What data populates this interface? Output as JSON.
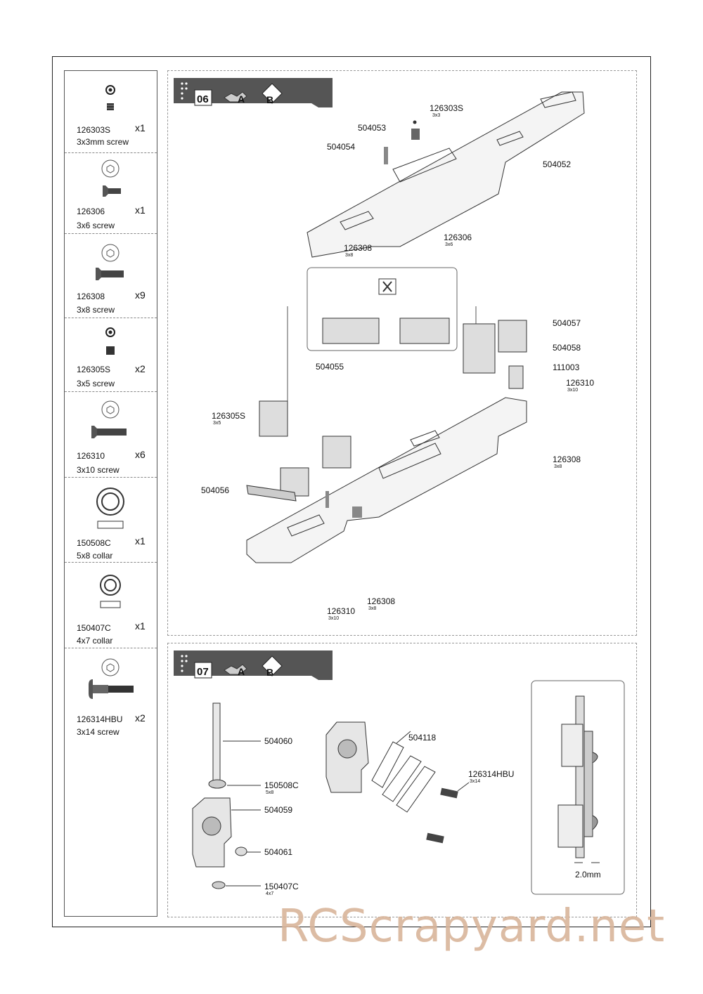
{
  "parts": [
    {
      "code": "126303S",
      "qty": "x1",
      "name": "3x3mm screw",
      "icon": "set-screw-icon"
    },
    {
      "code": "126306",
      "qty": "x1",
      "name": "3x6 screw",
      "icon": "flat-head-screw-icon"
    },
    {
      "code": "126308",
      "qty": "x9",
      "name": "3x8 screw",
      "icon": "flat-head-screw-icon"
    },
    {
      "code": "126305S",
      "qty": "x2",
      "name": "3x5 screw",
      "icon": "set-screw-icon"
    },
    {
      "code": "126310",
      "qty": "x6",
      "name": "3x10 screw",
      "icon": "flat-head-screw-icon"
    },
    {
      "code": "150508C",
      "qty": "x1",
      "name": "5x8 collar",
      "icon": "collar-icon"
    },
    {
      "code": "150407C",
      "qty": "x1",
      "name": "4x7 collar",
      "icon": "collar-icon"
    },
    {
      "code": "126314HBU",
      "qty": "x2",
      "name": "3x14 screw",
      "icon": "button-head-screw-icon"
    }
  ],
  "step06": {
    "number": "06",
    "bag_a": "A",
    "bag_b": "B",
    "labels": {
      "l126303S": "126303S",
      "s126303S": "3x3",
      "l504053": "504053",
      "l504054": "504054",
      "l504052": "504052",
      "l126308a": "126308",
      "s126308a": "3x8",
      "l126306": "126306",
      "s126306": "3x6",
      "l504057": "504057",
      "l504058": "504058",
      "l111003": "111003",
      "l126310a": "126310",
      "s126310a": "3x10",
      "l504055": "504055",
      "l126305S": "126305S",
      "s126305S": "3x5",
      "l504056": "504056",
      "l126308b": "126308",
      "s126308b": "3x8",
      "l126308c": "126308",
      "s126308c": "3x8",
      "l126310b": "126310",
      "s126310b": "3x10"
    }
  },
  "step07": {
    "number": "07",
    "bag_a": "A",
    "bag_b": "B",
    "labels": {
      "l504060": "504060",
      "l150508C": "150508C",
      "s150508C": "5x8",
      "l504059": "504059",
      "l504061": "504061",
      "l150407C": "150407C",
      "s150407C": "4x7",
      "l504118": "504118",
      "l126314HBU": "126314HBU",
      "s126314HBU": "3x14",
      "gap": "2.0mm"
    }
  },
  "watermark": "RCScrapyard.net"
}
